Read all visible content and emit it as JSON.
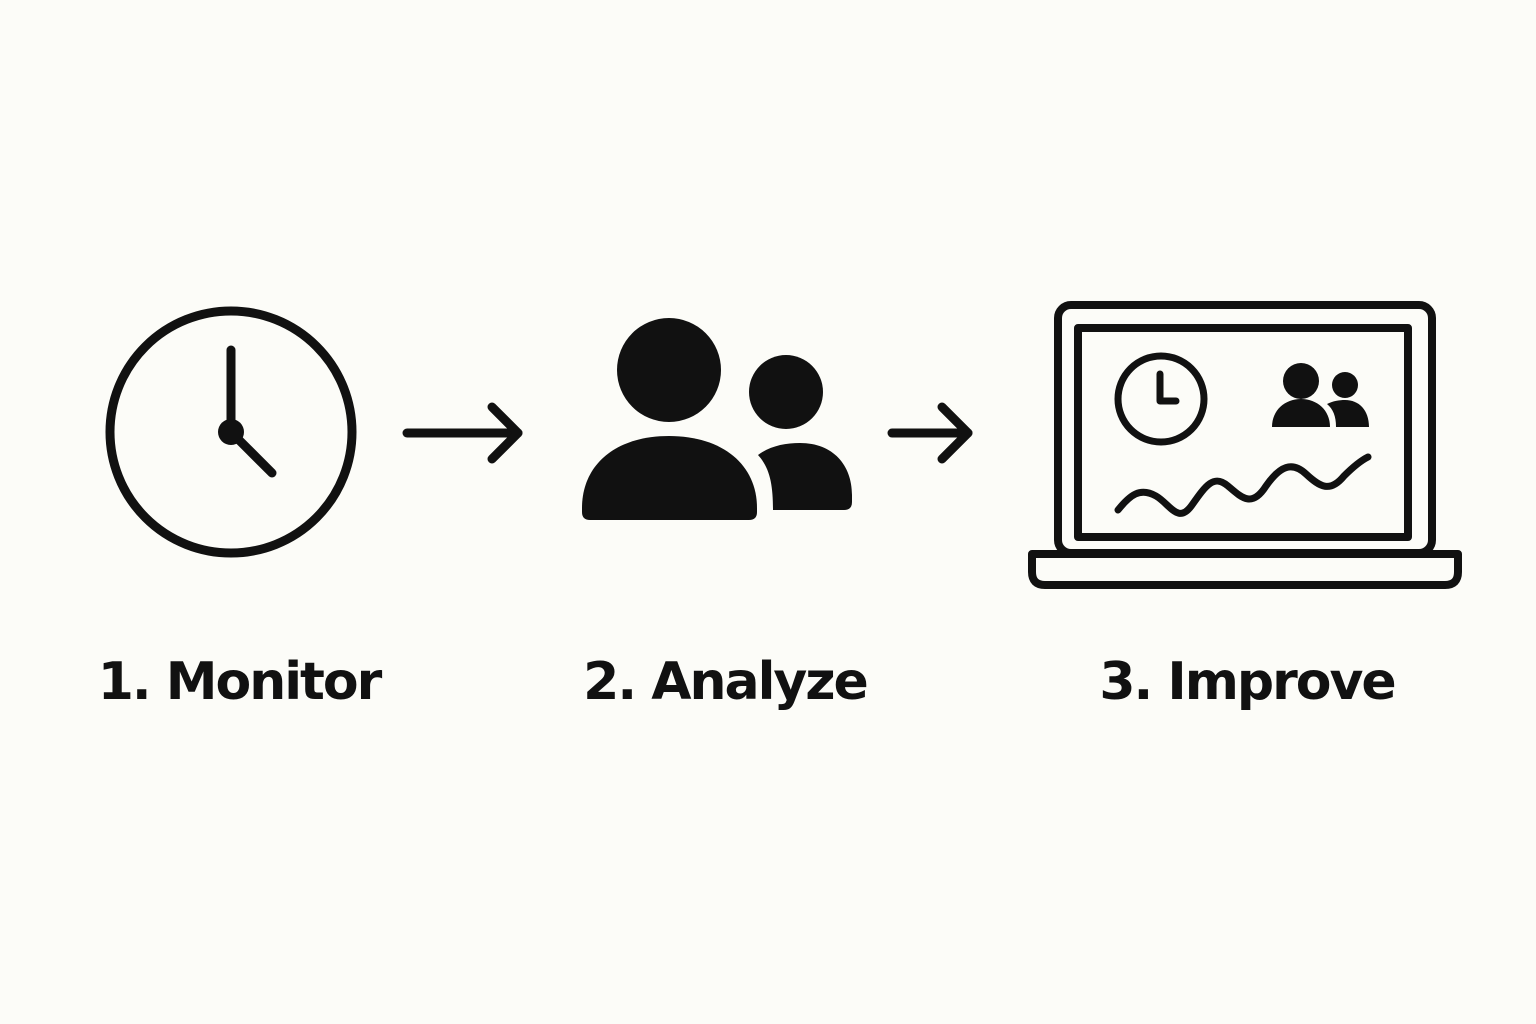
{
  "colors": {
    "background": "#fcfcf8",
    "ink": "#111111"
  },
  "steps": [
    {
      "number": "1.",
      "label": "1. Monitor",
      "icon": "clock-icon"
    },
    {
      "number": "2.",
      "label": "2. Analyze",
      "icon": "users-icon"
    },
    {
      "number": "3.",
      "label": "3. Improve",
      "icon": "laptop-dashboard-icon"
    }
  ],
  "connectors": [
    "arrow-right-icon",
    "arrow-right-icon"
  ]
}
